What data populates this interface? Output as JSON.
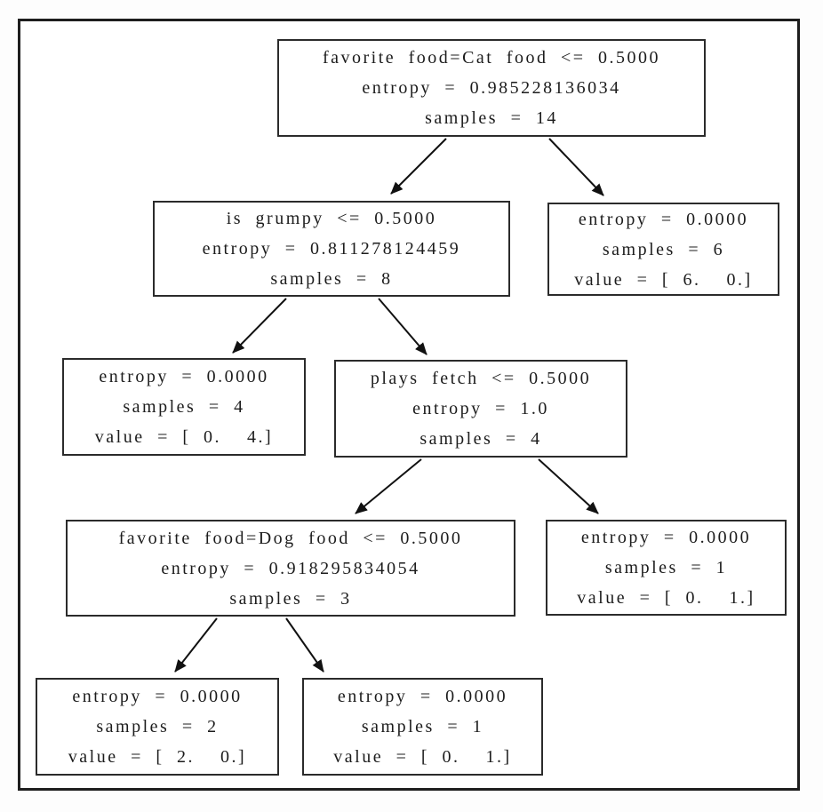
{
  "diagram": {
    "type": "decision-tree",
    "criterion": "entropy",
    "nodes": [
      {
        "id": "root",
        "lines": [
          "favorite food=Cat food <= 0.5000",
          "entropy = 0.985228136034",
          "samples = 14"
        ]
      },
      {
        "id": "is-grumpy",
        "lines": [
          "is grumpy <= 0.5000",
          "entropy = 0.811278124459",
          "samples = 8"
        ]
      },
      {
        "id": "leaf-6-0",
        "lines": [
          "entropy = 0.0000",
          "samples = 6",
          "value = [ 6.  0.]"
        ]
      },
      {
        "id": "leaf-0-4",
        "lines": [
          "entropy = 0.0000",
          "samples = 4",
          "value = [ 0.  4.]"
        ]
      },
      {
        "id": "plays-fetch",
        "lines": [
          "plays fetch <= 0.5000",
          "entropy = 1.0",
          "samples = 4"
        ]
      },
      {
        "id": "dog-food",
        "lines": [
          "favorite food=Dog food <= 0.5000",
          "entropy = 0.918295834054",
          "samples = 3"
        ]
      },
      {
        "id": "leaf-0-1-right",
        "lines": [
          "entropy = 0.0000",
          "samples = 1",
          "value = [ 0.  1.]"
        ]
      },
      {
        "id": "leaf-2-0",
        "lines": [
          "entropy = 0.0000",
          "samples = 2",
          "value = [ 2.  0.]"
        ]
      },
      {
        "id": "leaf-0-1-bottom",
        "lines": [
          "entropy = 0.0000",
          "samples = 1",
          "value = [ 0.  1.]"
        ]
      }
    ],
    "edges": [
      {
        "from": "root",
        "to": "is-grumpy"
      },
      {
        "from": "root",
        "to": "leaf-6-0"
      },
      {
        "from": "is-grumpy",
        "to": "leaf-0-4"
      },
      {
        "from": "is-grumpy",
        "to": "plays-fetch"
      },
      {
        "from": "plays-fetch",
        "to": "dog-food"
      },
      {
        "from": "plays-fetch",
        "to": "leaf-0-1-right"
      },
      {
        "from": "dog-food",
        "to": "leaf-2-0"
      },
      {
        "from": "dog-food",
        "to": "leaf-0-1-bottom"
      }
    ]
  },
  "colors": {
    "node_border": "#2b2b2b",
    "text": "#1c1c1c",
    "edge": "#111111",
    "frame": "#1e1e1e",
    "background": "#ffffff"
  }
}
